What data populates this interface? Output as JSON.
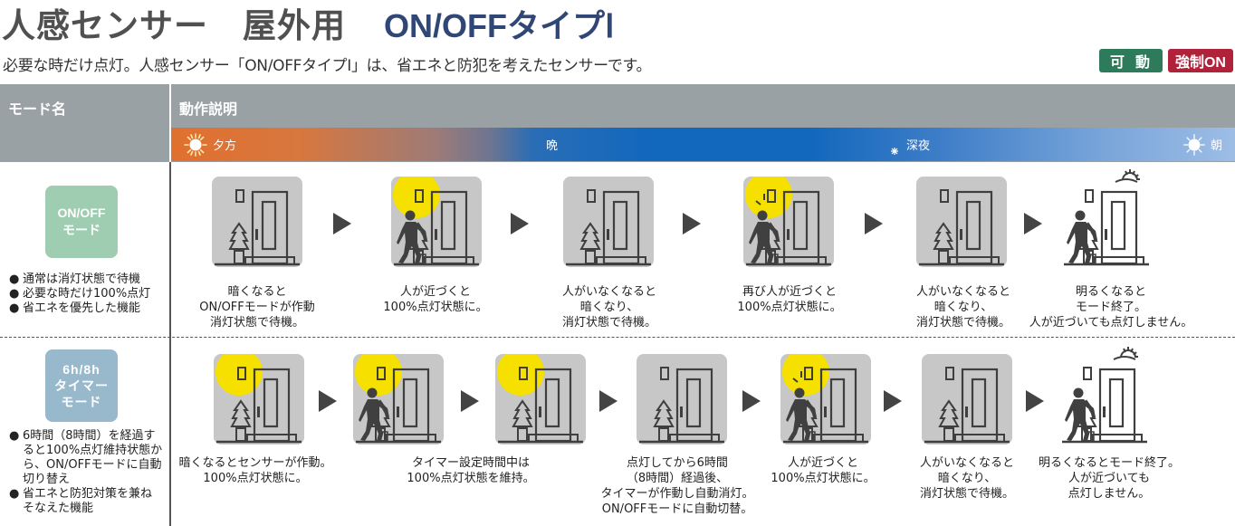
{
  "header": {
    "title_part1": "人感センサー",
    "title_part2": "屋外用",
    "title_part3": "ON/OFFタイプⅠ",
    "subtitle": "必要な時だけ点灯。人感センサー「ON/OFFタイプⅠ」は、省エネと防犯を考えたセンサーです。",
    "badges": [
      {
        "label": "可動",
        "color": "#2e7b5c"
      },
      {
        "label": "強制ON",
        "color": "#b0213a"
      }
    ]
  },
  "table": {
    "col_mode": "モード名",
    "col_desc": "動作説明",
    "timebar": [
      {
        "label": "夕方",
        "icon": "sun-icon"
      },
      {
        "label": "晩",
        "icon": "moon-icon"
      },
      {
        "label": "深夜",
        "icon": "moon-star-icon"
      },
      {
        "label": "朝",
        "icon": "sun-icon"
      }
    ]
  },
  "modes": [
    {
      "name_line1": "ON/OFF",
      "name_line2": "モード",
      "name_line3": "",
      "color": "#9fcdb1",
      "bullets": [
        "通常は消灯状態で待機",
        "必要な時だけ100%点灯",
        "省エネを優先した機能"
      ],
      "steps": [
        {
          "caption": [
            "暗くなると",
            "ON/OFFモードが作動",
            "消灯状態で待機。"
          ]
        },
        {
          "caption": [
            "人が近づくと",
            "100%点灯状態に。"
          ]
        },
        {
          "caption": [
            "人がいなくなると",
            "暗くなり、",
            "消灯状態で待機。"
          ]
        },
        {
          "caption": [
            "再び人が近づくと",
            "100%点灯状態に。"
          ]
        },
        {
          "caption": [
            "人がいなくなると",
            "暗くなり、",
            "消灯状態で待機。"
          ]
        },
        {
          "caption": [
            "明るくなると",
            "モード終了。",
            "人が近づいても点灯しません。"
          ]
        }
      ]
    },
    {
      "name_line1": "6h/8h",
      "name_line2": "タイマー",
      "name_line3": "モード",
      "color": "#98b9cc",
      "bullets": [
        "6時間（8時間）を経過すると100%点灯維持状態から、ON/OFFモードに自動切り替え",
        "省エネと防犯対策を兼ねそなえた機能"
      ],
      "steps": [
        {
          "caption": [
            "暗くなるとセンサーが作動。",
            "100%点灯状態に。"
          ]
        },
        {
          "caption": []
        },
        {
          "caption": [
            "タイマー設定時間中は",
            "100%点灯状態を維持。"
          ]
        },
        {
          "caption": [
            "点灯してから6時間",
            "（8時間）経過後、",
            "タイマーが作動し自動消灯。",
            "ON/OFFモードに自動切替。"
          ]
        },
        {
          "caption": [
            "人が近づくと",
            "100%点灯状態に。"
          ]
        },
        {
          "caption": [
            "人がいなくなると",
            "暗くなり、",
            "消灯状態で待機。"
          ]
        },
        {
          "caption": [
            "明るくなるとモード終了。",
            "人が近づいても",
            "点灯しません。"
          ]
        }
      ]
    }
  ]
}
